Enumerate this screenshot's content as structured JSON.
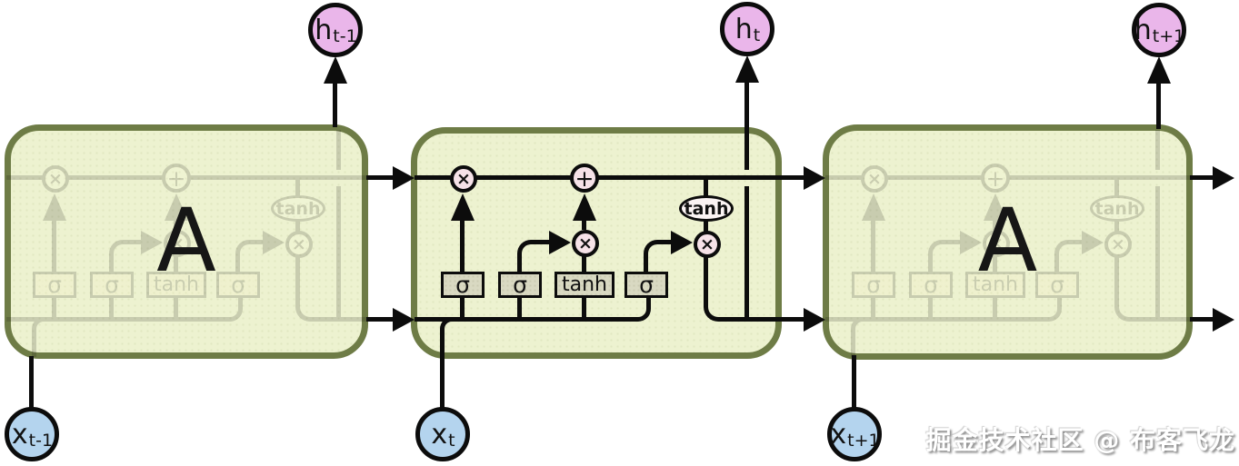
{
  "cells": {
    "left_label": "A",
    "right_label": "A"
  },
  "outputs": [
    {
      "base": "h",
      "sub": "t-1"
    },
    {
      "base": "h",
      "sub": "t"
    },
    {
      "base": "h",
      "sub": "t+1"
    }
  ],
  "inputs": [
    {
      "base": "x",
      "sub": "t-1"
    },
    {
      "base": "x",
      "sub": "t"
    },
    {
      "base": "x",
      "sub": "t+1"
    }
  ],
  "gates": [
    {
      "label": "σ"
    },
    {
      "label": "σ"
    },
    {
      "label": "tanh"
    },
    {
      "label": "σ"
    }
  ],
  "ops": {
    "multiply": "×",
    "add": "+",
    "tanh": "tanh"
  },
  "watermark": "掘金技术社区 @ 布客飞龙",
  "colors": {
    "cell_fill": "#edf2d0",
    "cell_border": "#6e7c46",
    "output_fill": "#eab6ea",
    "input_fill": "#b4d4ee",
    "op_fill": "#f6e2e8",
    "gate_fill": "#d9d9c2",
    "oval_fill": "#fbf4f4",
    "line": "#0c0c0c"
  }
}
